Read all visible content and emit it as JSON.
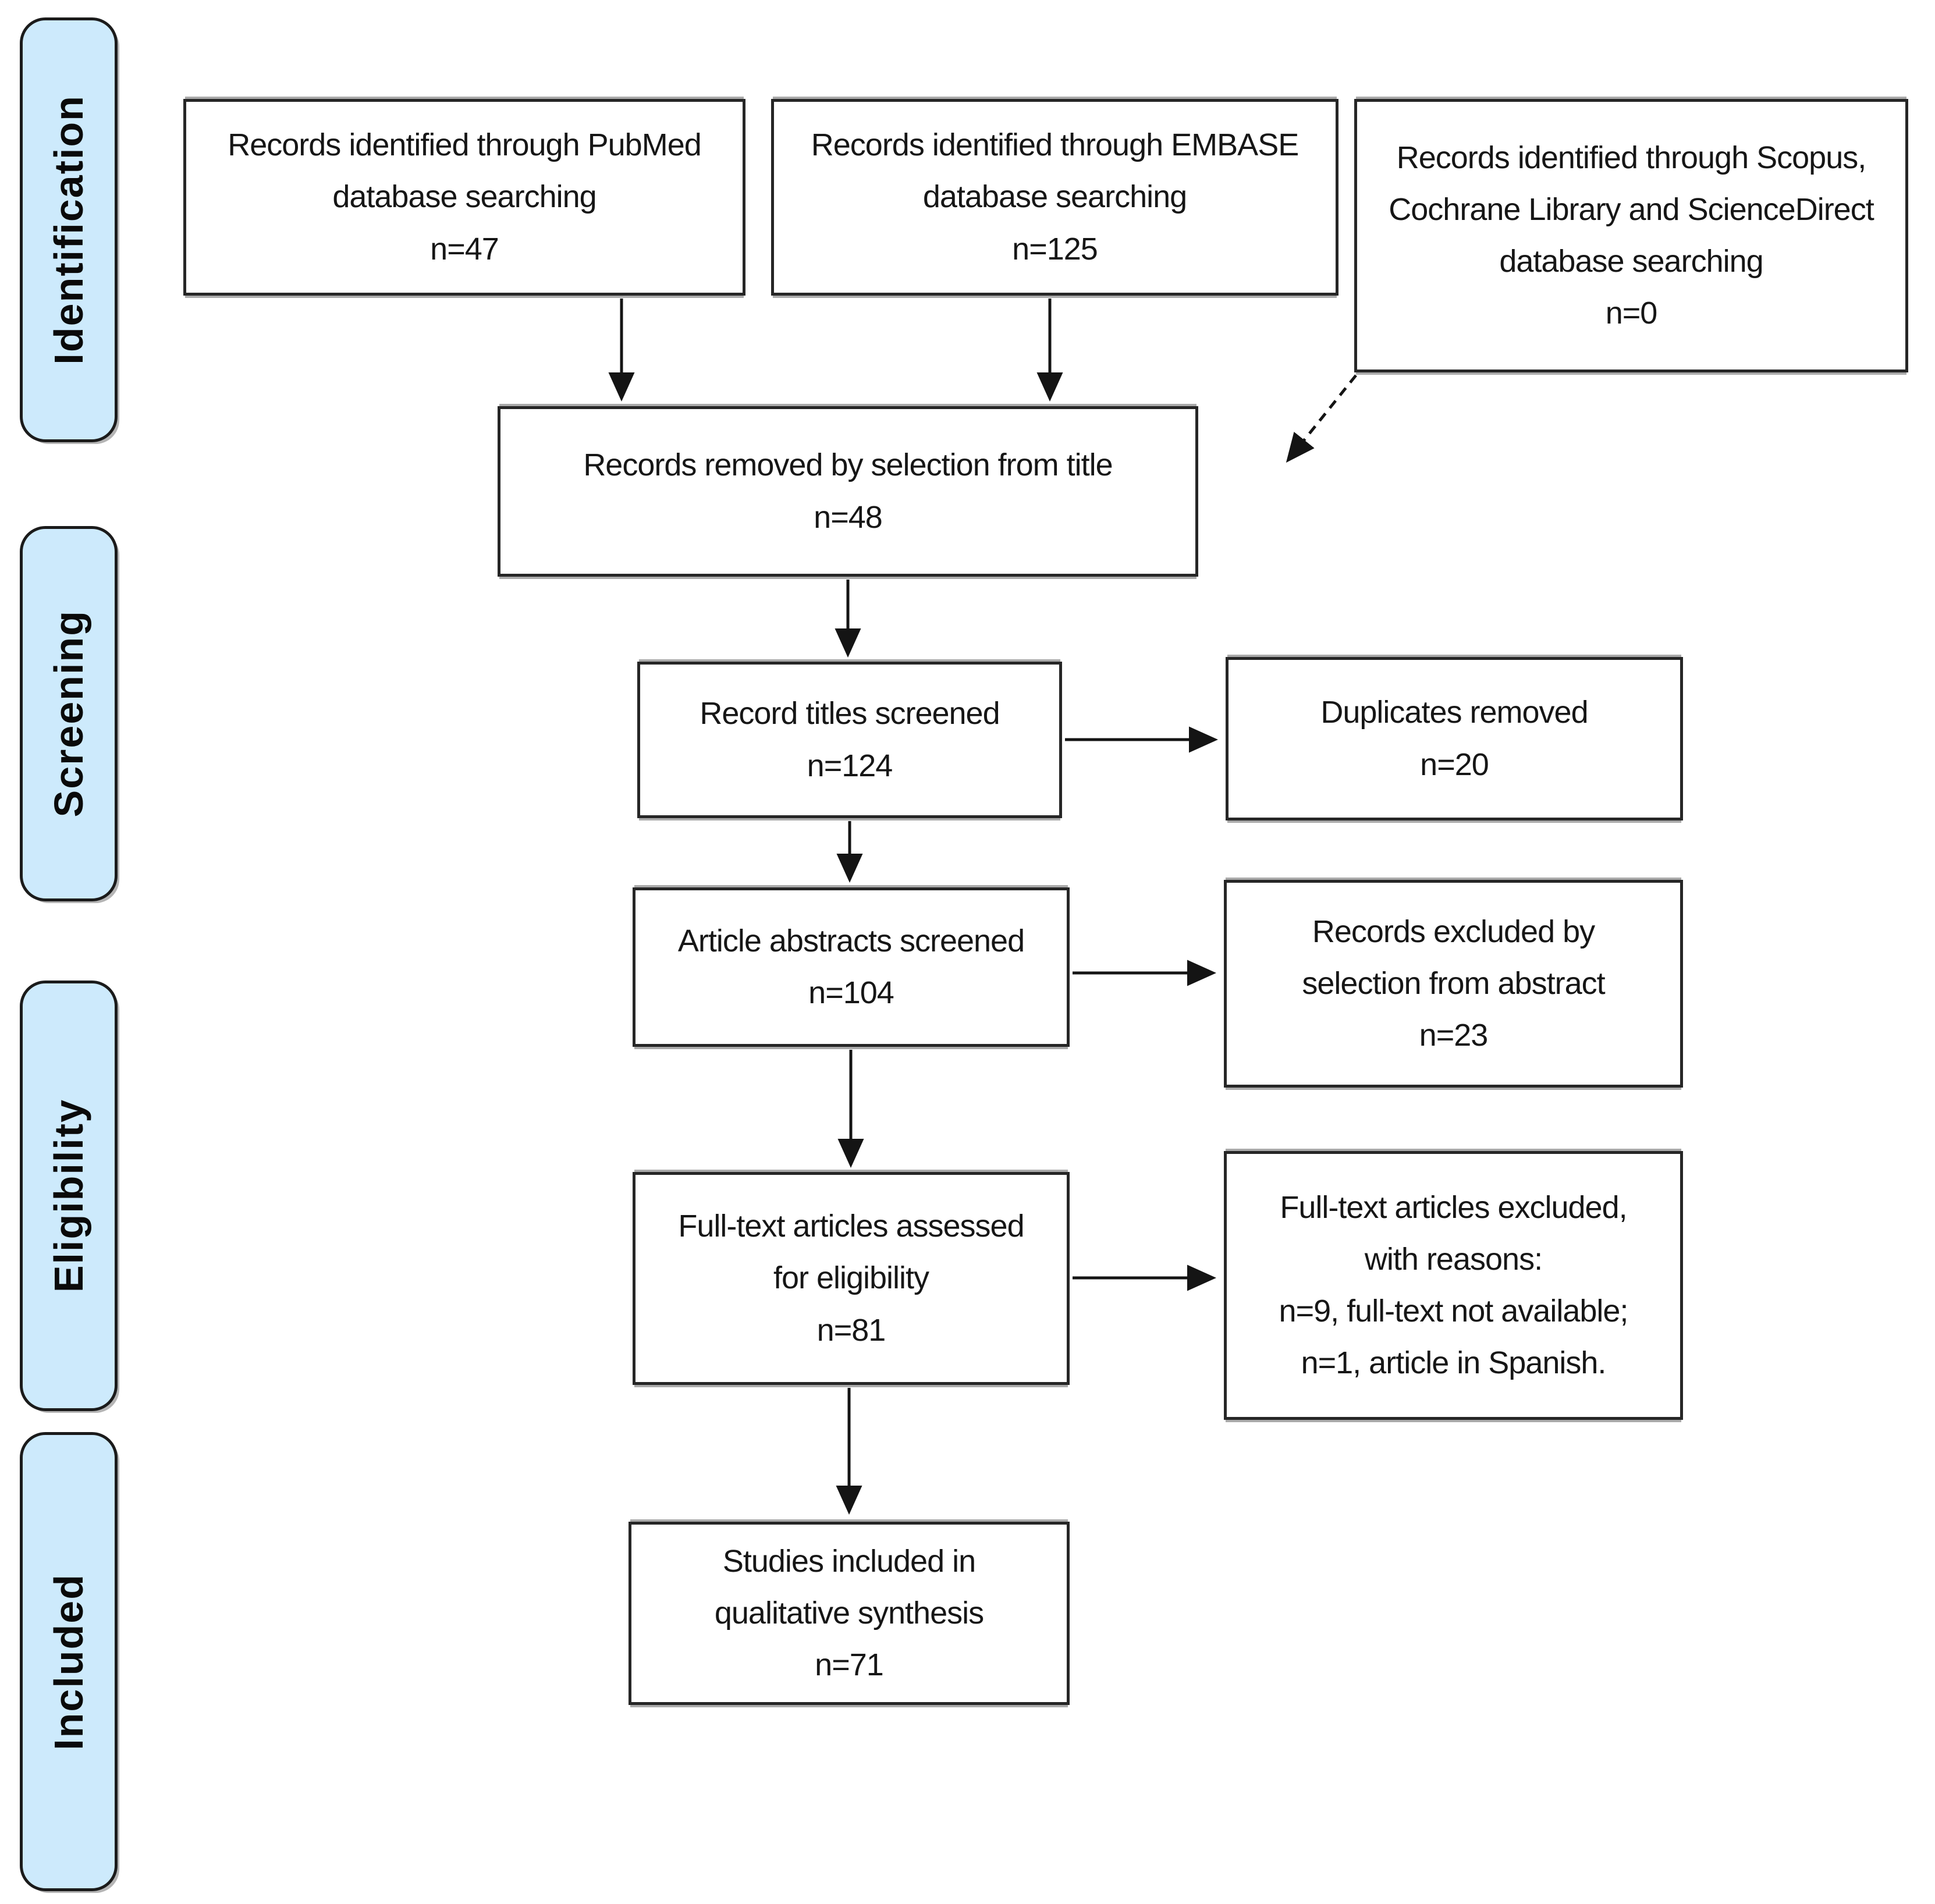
{
  "colors": {
    "stage_fill": "#cdeafc",
    "stage_border": "#1b1b1b",
    "box_border": "#262626",
    "box_fill": "#ffffff",
    "arrow": "#141414",
    "background": "#ffffff"
  },
  "sidebar": {
    "items": [
      {
        "label": "Identification"
      },
      {
        "label": "Screening"
      },
      {
        "label": "Eligibility"
      },
      {
        "label": "Included"
      }
    ]
  },
  "boxes": {
    "pubmed": {
      "lines": [
        "Records identified through PubMed",
        "database searching",
        "n=47"
      ]
    },
    "embase": {
      "lines": [
        "Records identified through EMBASE",
        "database searching",
        "n=125"
      ]
    },
    "scopus": {
      "lines": [
        "Records identified through Scopus,",
        "Cochrane Library and ScienceDirect",
        "database searching",
        "n=0"
      ]
    },
    "removed_title": {
      "lines": [
        "Records removed by selection from title",
        "n=48"
      ]
    },
    "titles_screened": {
      "lines": [
        "Record titles screened",
        "n=124"
      ]
    },
    "duplicates": {
      "lines": [
        "Duplicates removed",
        "n=20"
      ]
    },
    "abstracts": {
      "lines": [
        "Article abstracts screened",
        "n=104"
      ]
    },
    "excluded_abstract": {
      "lines": [
        "Records excluded by",
        "selection from abstract",
        "n=23"
      ]
    },
    "fulltext": {
      "lines": [
        "Full-text articles assessed",
        "for eligibility",
        "n=81"
      ]
    },
    "fulltext_excluded": {
      "lines": [
        "Full-text articles excluded,",
        "with reasons:",
        "n=9, full-text not available;",
        "n=1, article in Spanish."
      ]
    },
    "included": {
      "lines": [
        "Studies included in",
        "qualitative synthesis",
        "n=71"
      ]
    }
  }
}
